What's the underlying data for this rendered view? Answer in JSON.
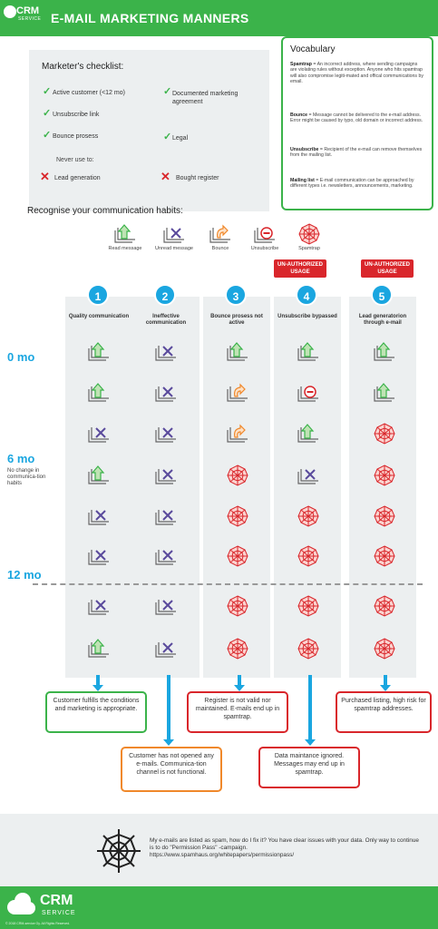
{
  "header": {
    "logo_crm": "CRM",
    "logo_service": "SERVICE",
    "title": "E-MAIL MARKETING MANNERS"
  },
  "checklist": {
    "title": "Marketer's checklist:",
    "items": [
      "Active customer (<12 mo)",
      "Documented marketing agreement",
      "Unsubscribe link",
      "Bounce prosess",
      "Legal"
    ],
    "never_title": "Never use to:",
    "never_items": [
      "Lead generation",
      "Bought register"
    ]
  },
  "vocabulary": {
    "title": "Vocabulary",
    "entries": [
      {
        "term": "Spamtrap",
        "text": " = An incorrect address, where sending campaigns are violating rules without exception. Anyone who hits spamtrap will also compromise legiti-mated and offical communications by email."
      },
      {
        "term": "Bounce",
        "text": " = Message cannot be delivered to the e-mail address. Error might be caused by typo, old domain or incorrect address."
      },
      {
        "term": "Unsubscribe",
        "text": " = Recipient of the e-mail can remove themselves from the mailing list."
      },
      {
        "term": "Mailing list",
        "text": " = E-mail communication can be approached by different types i.e. newsletters, announcements, marketing."
      }
    ]
  },
  "habits": {
    "title": "Recognise your communication habits:",
    "legend": [
      "Read message",
      "Unread message",
      "Bounce",
      "Unsubscribe",
      "Spamtrap"
    ]
  },
  "badges": [
    "UN-AUTHORIZED USAGE",
    "UN-AUTHORIZED USAGE"
  ],
  "columns": [
    {
      "num": "1",
      "label": "Quality communication"
    },
    {
      "num": "2",
      "label": "Ineffective communication"
    },
    {
      "num": "3",
      "label": "Bounce prosess not active"
    },
    {
      "num": "4",
      "label": "Unsubscribe bypassed"
    },
    {
      "num": "5",
      "label": "Lead generatorion through e-mail"
    }
  ],
  "timeline": {
    "t0": "0 mo",
    "t6": "6 mo",
    "t6_note": "No change in communica-tion habits",
    "t12": "12 mo"
  },
  "grid": [
    [
      "read",
      "unread",
      "read",
      "read",
      "read"
    ],
    [
      "read",
      "unread",
      "bounce",
      "unsub",
      "read"
    ],
    [
      "unread",
      "unread",
      "bounce",
      "read",
      "spam"
    ],
    [
      "read",
      "unread",
      "spam",
      "unread",
      "spam"
    ],
    [
      "unread",
      "unread",
      "spam",
      "spam",
      "spam"
    ],
    [
      "unread",
      "unread",
      "spam",
      "spam",
      "spam"
    ],
    [
      "unread",
      "unread",
      "spam",
      "spam",
      "spam"
    ],
    [
      "read",
      "unread",
      "spam",
      "spam",
      "spam"
    ]
  ],
  "results": {
    "r1": "Customer fulfills the conditions and marketing is appropriate.",
    "r2": "Customer has not opened any e-mails. Communica-tion channel is not functional.",
    "r3": "Register is not valid nor maintained. E-mails end up in spamtrap.",
    "r4": "Data maintance ignored. Messages may end up in spamtrap.",
    "r5": "Purchased listing, high risk for spamtrap addresses."
  },
  "footer": {
    "text": "My e-mails are listed as spam, how do I fix it? You have clear issues with your data. Only way to continue is to do \"Permission Pass\" -campaign.",
    "url": "https://www.spamhaus.org/whitepapers/permissionpass/",
    "logo_crm": "CRM",
    "logo_service": "SERVICE",
    "copyright": "© 2018 CRM-service Oy. All Rights Reserved."
  },
  "colors": {
    "green": "#3bb34a",
    "blue": "#1aa6e0",
    "red": "#d9262b",
    "orange": "#f0882a",
    "purple": "#5a4a9c"
  }
}
